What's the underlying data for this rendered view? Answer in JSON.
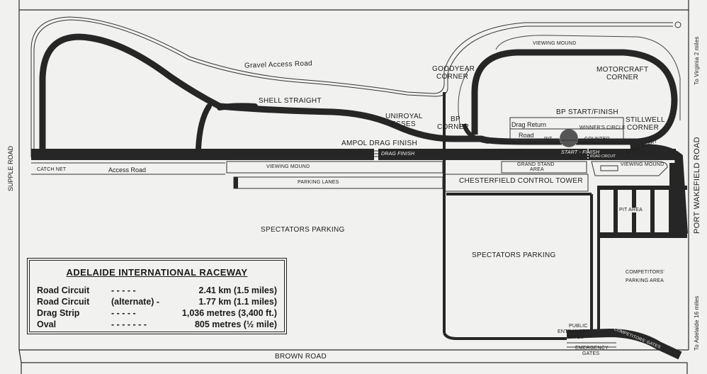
{
  "map": {
    "labels": {
      "gravel_access_road": "Gravel Access Road",
      "viewing_mound_top": "VIEWING MOUND",
      "goodyear_corner_1": "GOODYEAR",
      "goodyear_corner_2": "CORNER",
      "motorcraft_corner_1": "MOTORCRAFT",
      "motorcraft_corner_2": "CORNER",
      "shell_straight": "SHELL STRAIGHT",
      "uniroyal_esses_1": "UNIROYAL",
      "uniroyal_esses_2": "ESSES",
      "bp_corner_1": "BP",
      "bp_corner_2": "CORNER",
      "bp_start_finish": "BP START/FINISH",
      "stillwell_corner_1": "STILLWELL",
      "stillwell_corner_2": "CORNER",
      "drag_return": "Drag Return",
      "drag_return_road": "Road",
      "winners_circle": "WINNER'S CIRCLE",
      "pit": "PIT",
      "counter": "COUNTER",
      "ampol_drag_finish": "AMPOL DRAG FINISH",
      "drag_finish": "DRAG FINISH",
      "start_finish": "START - FINISH",
      "road_circuit": "ROAD CIRCUIT",
      "drag_start": "DRAG START",
      "catch_net": "CATCH NET",
      "access_road": "Access Road",
      "viewing_mound_mid": "VIEWING MOUND",
      "grand_stand_1": "GRAND STAND",
      "grand_stand_2": "AREA",
      "viewing_mound_right": "VIEWING MOUND",
      "parking_lanes": "PARKING LANES",
      "chesterfield_control_tower": "CHESTERFIELD CONTROL TOWER",
      "pit_area": "PIT AREA",
      "spectators_parking_left": "SPECTATORS PARKING",
      "spectators_parking_right": "SPECTATORS PARKING",
      "competitors_parking_1": "COMPETITORS'",
      "competitors_parking_2": "PARKING AREA",
      "public_entrance_1": "PUBLIC",
      "public_entrance_2": "ENTRANCE",
      "public_entrance_3": "GATES",
      "competitors_gates": "COMPETITORS' GATES",
      "emergency_1": "EMERGENCY",
      "emergency_2": "GATES",
      "supple_road": "SUPPLE ROAD",
      "port_wakefield_road": "PORT WAKEFIELD ROAD",
      "to_virginia": "To Virginia 2 miles",
      "to_adelaide": "To Adelaide 16 miles",
      "brown_road": "BROWN ROAD"
    }
  },
  "legend": {
    "title": "ADELAIDE INTERNATIONAL RACEWAY",
    "rows": [
      {
        "name": "Road Circuit",
        "dashes": "- - - - -",
        "value": "2.41 km  (1.5 miles)"
      },
      {
        "name": "Road Circuit",
        "dashes": "(alternate)  -",
        "value": "1.77 km  (1.1 miles)"
      },
      {
        "name": "Drag Strip",
        "dashes": "- - - - -",
        "value": "1,036 metres  (3,400 ft.)"
      },
      {
        "name": "Oval",
        "dashes": "- - - - - - -",
        "value": "805 metres  (½ mile)"
      }
    ]
  }
}
